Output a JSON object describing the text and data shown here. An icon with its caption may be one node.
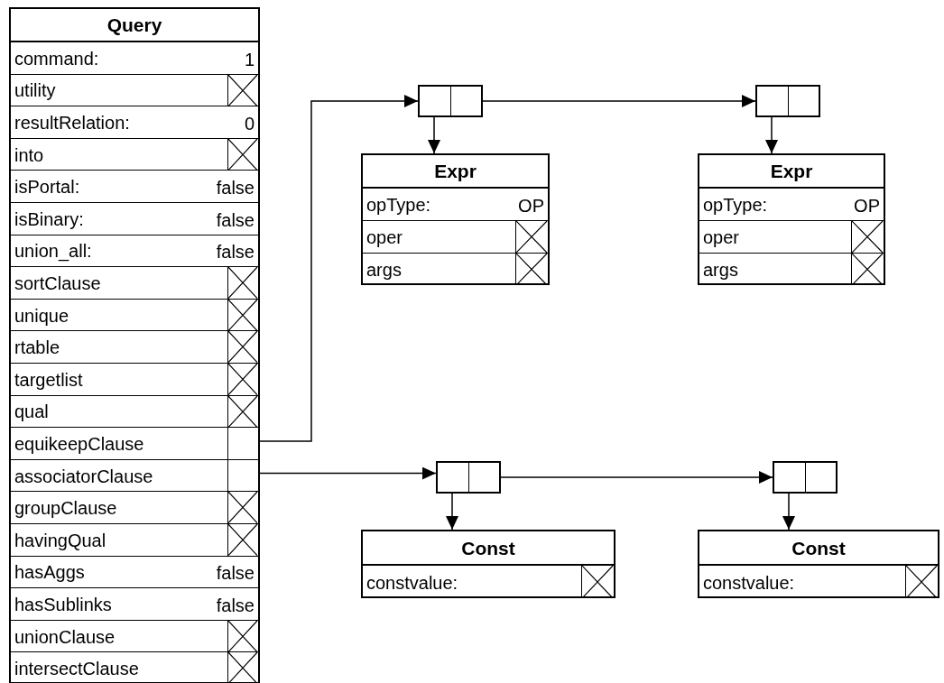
{
  "diagram": {
    "nodes": [
      {
        "text": [
          "Query"
        ]
      },
      {
        "text": [
          "command:",
          "1"
        ],
        "in": 0
      },
      {
        "text": [
          "utility"
        ],
        "in": 0
      },
      {
        "text": [
          "resultRelation:",
          "0"
        ],
        "in": 0
      },
      {
        "text": [
          "into"
        ],
        "in": 0
      },
      {
        "text": [
          "isPortal:",
          "false"
        ],
        "in": 0
      },
      {
        "text": [
          "isBinary:",
          "false"
        ],
        "in": 0
      },
      {
        "text": [
          "union_all:",
          "false"
        ],
        "in": 0
      },
      {
        "text": [
          "sortClause"
        ],
        "in": 0
      },
      {
        "text": [
          "unique"
        ],
        "in": 0
      },
      {
        "text": [
          "rtable"
        ],
        "in": 0
      },
      {
        "text": [
          "targetlist"
        ],
        "in": 0
      },
      {
        "text": [
          "qual"
        ],
        "in": 0
      },
      {
        "text": [
          "equikeepClause"
        ],
        "in": 0
      },
      {
        "text": [
          "associatorClause"
        ],
        "in": 0
      },
      {
        "text": [
          "groupClause"
        ],
        "in": 0
      },
      {
        "text": [
          "havingQual"
        ],
        "in": 0
      },
      {
        "text": [
          "hasAggs",
          "false"
        ],
        "in": 0
      },
      {
        "text": [
          "hasSublinks",
          "false"
        ],
        "in": 0
      },
      {
        "text": [
          "unionClause"
        ],
        "in": 0
      },
      {
        "text": [
          "intersectClause"
        ],
        "in": 0
      },
      {
        "text": [],
        "shape": "box"
      },
      {
        "text": [],
        "shape": "box"
      },
      {
        "text": [
          "Expr"
        ]
      },
      {
        "text": [
          "opType:",
          "OP"
        ],
        "in": 23
      },
      {
        "text": [
          "oper"
        ],
        "in": 23
      },
      {
        "text": [
          "args"
        ],
        "in": 23
      },
      {
        "text": [
          "Expr"
        ]
      },
      {
        "text": [
          "opType:",
          "OP"
        ],
        "in": 27
      },
      {
        "text": [
          "oper"
        ],
        "in": 27
      },
      {
        "text": [
          "args"
        ],
        "in": 27
      },
      {
        "text": [],
        "shape": "box"
      },
      {
        "text": [],
        "shape": "box"
      },
      {
        "text": [
          "Const"
        ]
      },
      {
        "text": [
          "constvalue:"
        ],
        "in": 33
      },
      {
        "text": [
          "Const"
        ]
      },
      {
        "text": [
          "constvalue:"
        ],
        "in": 35
      }
    ],
    "edges": [
      {
        "from": 13,
        "to": 21,
        "arrow": "to"
      },
      {
        "from": 21,
        "to": 22,
        "arrow": "to"
      },
      {
        "from": 21,
        "to": 23,
        "arrow": "to"
      },
      {
        "from": 22,
        "to": 27,
        "arrow": "to"
      },
      {
        "from": 14,
        "to": 31,
        "arrow": "to"
      },
      {
        "from": 31,
        "to": 32,
        "arrow": "to"
      },
      {
        "from": 31,
        "to": 33,
        "arrow": "to"
      },
      {
        "from": 32,
        "to": 35,
        "arrow": "to"
      }
    ]
  }
}
